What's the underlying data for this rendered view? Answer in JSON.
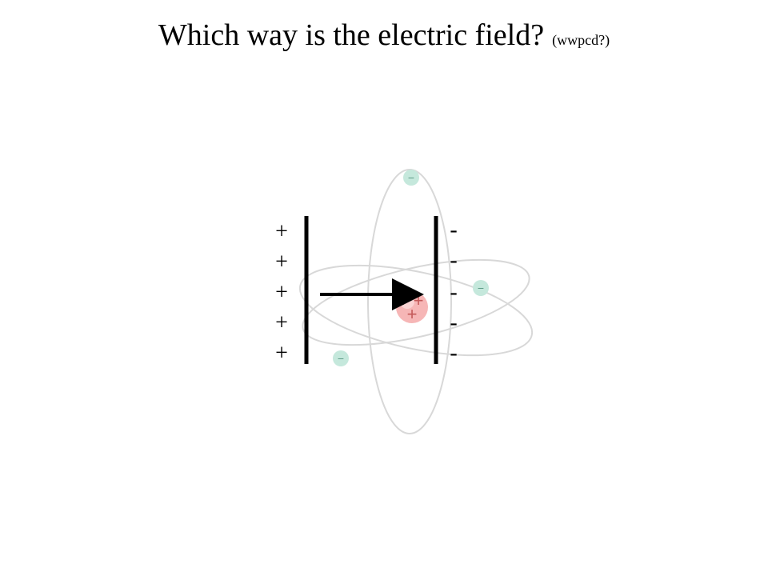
{
  "title": {
    "main": "Which way is the electric field?",
    "sub": "(wwpcd?)"
  },
  "plates": {
    "positive_symbol": "+",
    "negative_symbol": "-",
    "charge_count": 5
  },
  "atom": {
    "nucleus_labels": [
      "+",
      "+",
      "+"
    ],
    "electron_symbol": "−",
    "orbit_color": "#d6d6d6",
    "nucleus_color": "#f4a7a7",
    "electron_color": "#bfe5d8"
  },
  "field_arrow": {
    "direction": "right",
    "color": "#000000"
  }
}
